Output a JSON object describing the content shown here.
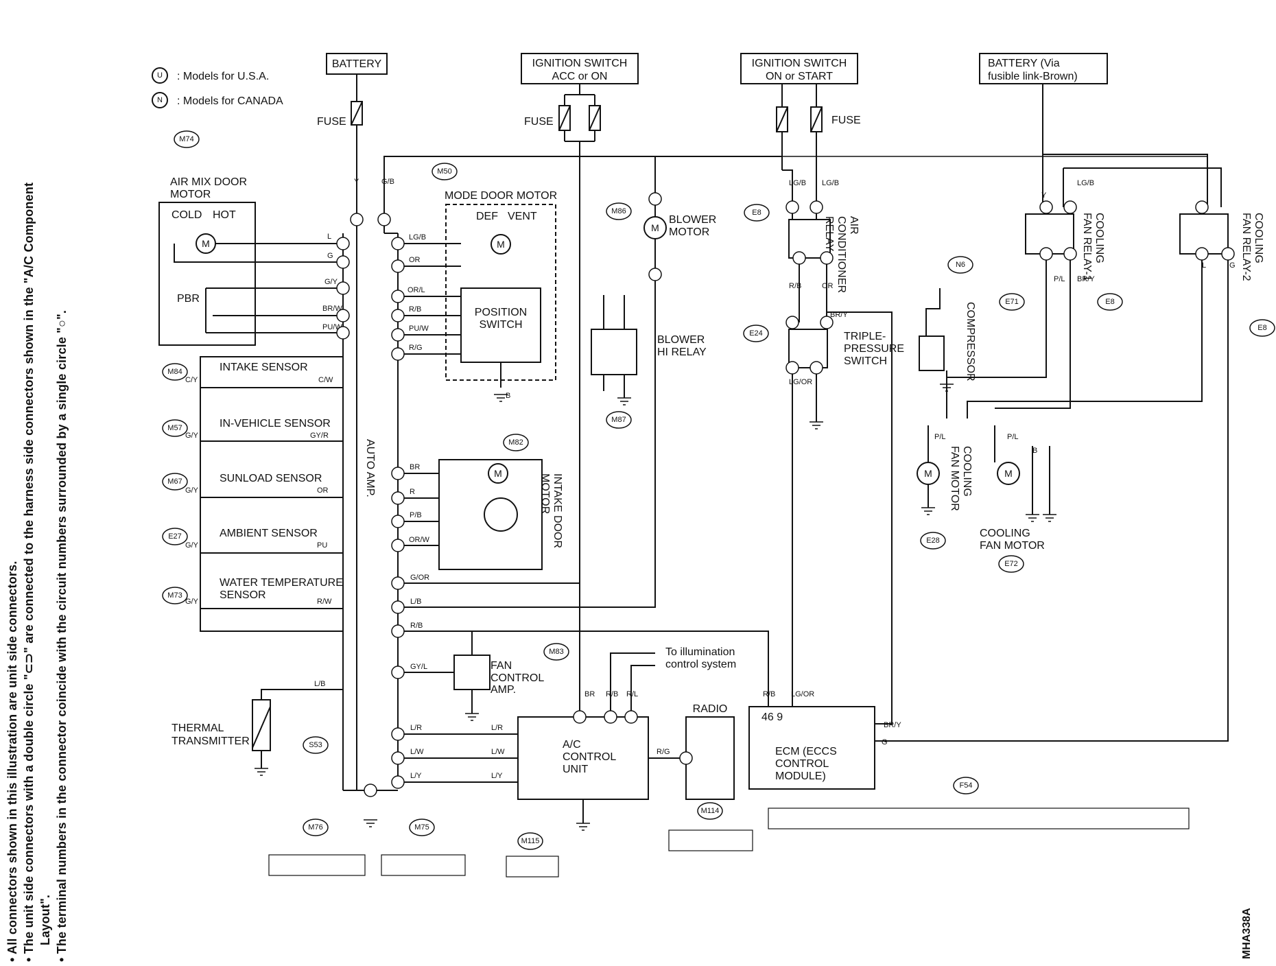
{
  "notes": [
    "• All connectors shown in this illustration are unit side connectors.",
    "• The unit side connectors with a double circle \"⊂⊃\" are connected to the harness side connectors shown in the \"A/C Component",
    "Layout\".",
    "• The terminal numbers in the connector coincide with the circuit numbers surrounded by a single circle \"○\"."
  ],
  "ref_code": "MHA338A",
  "legend": [
    {
      "mark": "U",
      "text": ": Models for U.S.A."
    },
    {
      "mark": "N",
      "text": ": Models for CANADA"
    }
  ],
  "sources": {
    "battery": "BATTERY",
    "ign_acc_1": "IGNITION SWITCH",
    "ign_acc_2": "ACC or ON",
    "ign_on_1": "IGNITION SWITCH",
    "ign_on_2": "ON or START",
    "batt_fl_1": "BATTERY (Via",
    "batt_fl_2": "fusible link-Brown)",
    "fuse": "FUSE"
  },
  "components": {
    "air_mix_1": "AIR MIX DOOR",
    "air_mix_2": "MOTOR",
    "cold": "COLD",
    "hot": "HOT",
    "pbr": "PBR",
    "mode_door": "MODE DOOR MOTOR",
    "def": "DEF",
    "vent": "VENT",
    "position_1": "POSITION",
    "position_2": "SWITCH",
    "blower_1": "BLOWER",
    "blower_2": "MOTOR",
    "blower_hi_1": "BLOWER",
    "blower_hi_2": "HI RELAY",
    "intake_sensor": "INTAKE SENSOR",
    "invehicle_sensor": "IN-VEHICLE SENSOR",
    "sunload_sensor": "SUNLOAD SENSOR",
    "ambient_sensor": "AMBIENT SENSOR",
    "water_temp_1": "WATER TEMPERATURE",
    "water_temp_2": "SENSOR",
    "auto_amp": "AUTO AMP.",
    "intake_door_1": "INTAKE DOOR",
    "intake_door_2": "MOTOR",
    "fan_ctrl_1": "FAN",
    "fan_ctrl_2": "CONTROL",
    "fan_ctrl_3": "AMP.",
    "illum_1": "To illumination",
    "illum_2": "control system",
    "ac_ctrl_1": "A/C",
    "ac_ctrl_2": "CONTROL",
    "ac_ctrl_3": "UNIT",
    "radio": "RADIO",
    "thermal_1": "THERMAL",
    "thermal_2": "TRANSMITTER",
    "ac_relay_1": "AIR",
    "ac_relay_2": "CONDITIONER",
    "ac_relay_3": "RELAY",
    "triple_1": "TRIPLE-",
    "triple_2": "PRESSURE",
    "triple_3": "SWITCH",
    "compressor": "COMPRESSOR",
    "cf_relay1_1": "COOLING",
    "cf_relay1_2": "FAN RELAY-1",
    "cf_relay2_1": "COOLING",
    "cf_relay2_2": "FAN RELAY-2",
    "cf_motor_1": "COOLING",
    "cf_motor_2": "FAN MOTOR",
    "cf_motor_b1": "COOLING",
    "cf_motor_b2": "FAN MOTOR",
    "ecm_1": "ECM (ECCS",
    "ecm_2": "CONTROL",
    "ecm_3": "MODULE)",
    "ecm_pins": "46  9"
  },
  "connectors": [
    "M74",
    "M50",
    "M86",
    "E8",
    "N6",
    "M84",
    "M57",
    "M67",
    "E27",
    "M73",
    "M82",
    "M87",
    "E24",
    "E71",
    "E8",
    "E8",
    "M83",
    "S53",
    "E28",
    "E72",
    "F54",
    "M114",
    "M76",
    "M75",
    "M115"
  ],
  "wire_colors": [
    "Y",
    "G/B",
    "L",
    "G",
    "G/Y",
    "BR/W",
    "PU/W",
    "C/Y",
    "C/W",
    "G/Y",
    "GY/R",
    "G/Y",
    "OR",
    "G/Y",
    "PU",
    "G/Y",
    "R/W",
    "L/B",
    "LG/B",
    "OR",
    "OR/L",
    "R/B",
    "PU/W",
    "R/G",
    "B",
    "BR",
    "R",
    "P/B",
    "OR/W",
    "G/OR",
    "L/B",
    "R/B",
    "GY/L",
    "L/R",
    "L/W",
    "L/Y",
    "L/R",
    "L/W",
    "L/Y",
    "R/G",
    "BR",
    "R/B",
    "R/L",
    "R/B",
    "LG/OR",
    "BR/Y",
    "G",
    "LG/B",
    "LG/B",
    "R/B",
    "OR",
    "LG/OR",
    "BR/Y",
    "Y",
    "LG/B",
    "P/L",
    "BR/Y",
    "L",
    "G",
    "P/L",
    "P/L",
    "B"
  ]
}
